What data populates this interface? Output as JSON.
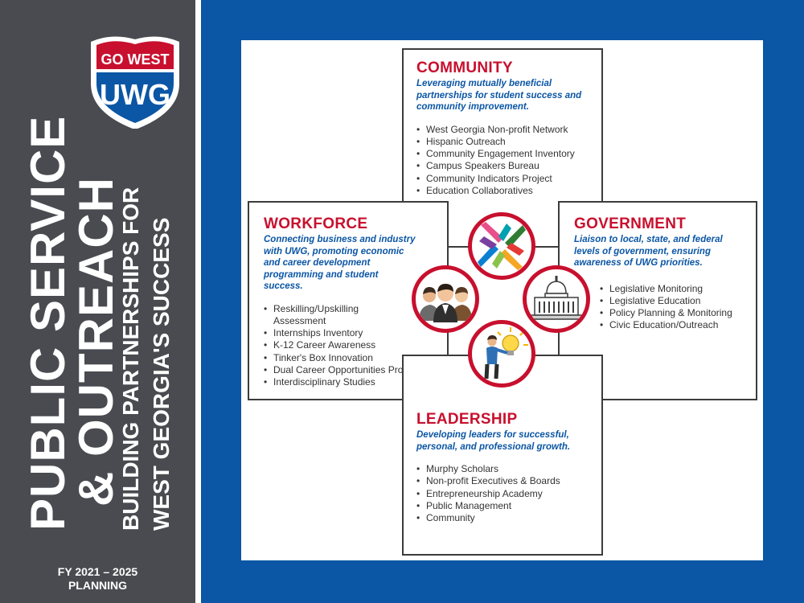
{
  "sidebar": {
    "title_line1": "PUBLIC SERVICE",
    "title_line2": "& OUTREACH",
    "subtitle_line1": "BUILDING PARTNERSHIPS FOR",
    "subtitle_line2": "WEST GEORGIA'S SUCCESS",
    "fy_line1": "FY 2021 – 2025",
    "fy_line2": "PLANNING"
  },
  "logo": {
    "top_text": "GO WEST",
    "main_text": "UWG",
    "colors": {
      "red": "#c8102e",
      "blue": "#0b56a5"
    }
  },
  "colors": {
    "sidebar": "#4a4b50",
    "frame_blue": "#0b56a5",
    "heading_red": "#c8102e",
    "description_blue": "#0b56a5"
  },
  "community": {
    "heading": "COMMUNITY",
    "description": "Leveraging mutually beneficial partnerships for student success and community improvement.",
    "items": [
      "West Georgia Non-profit Network",
      "Hispanic Outreach",
      "Community Engagement Inventory",
      "Campus Speakers Bureau",
      "Community Indicators Project",
      "Education Collaboratives"
    ]
  },
  "workforce": {
    "heading": "WORKFORCE",
    "description": "Connecting business and industry with UWG, promoting economic and career development programming and student success.",
    "items": [
      "Reskilling/Upskilling Assessment",
      "Internships Inventory",
      "K-12 Career Awareness",
      "Tinker's Box Innovation",
      "Dual Career Opportunities Program",
      "Interdisciplinary Studies"
    ]
  },
  "government": {
    "heading": "GOVERNMENT",
    "description": "Liaison to local, state, and federal levels of government, ensuring awareness of UWG priorities.",
    "items": [
      "Legislative Monitoring",
      "Legislative Education",
      "Policy Planning & Monitoring",
      "Civic Education/Outreach"
    ]
  },
  "leadership": {
    "heading": "LEADERSHIP",
    "description": "Developing leaders for successful, personal, and professional growth.",
    "items": [
      "Murphy Scholars",
      "Non-profit Executives & Boards",
      "Entrepreneurship Academy",
      "Public Management",
      "Community"
    ]
  },
  "icons": {
    "community": "hands-icon",
    "workforce": "people-icon",
    "government": "capitol-icon",
    "leadership": "lightbulb-person-icon"
  }
}
